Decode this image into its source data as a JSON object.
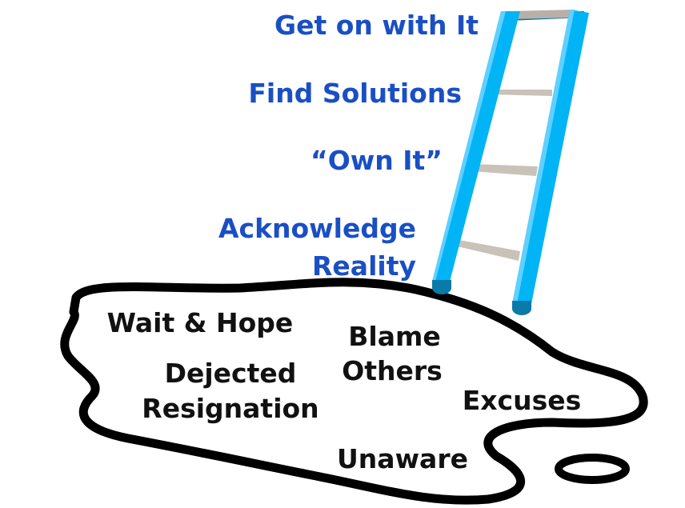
{
  "colors": {
    "steps": "#1a4fc4",
    "puddle_text": "#111111",
    "ladder": "#00b4f5",
    "ladder_dark": "#0a7aa8",
    "rung": "#c9c2b8"
  },
  "ladder_steps": [
    {
      "label": "Get on with It"
    },
    {
      "label": "Find Solutions"
    },
    {
      "label": "“Own It”"
    },
    {
      "label": "Acknowledge"
    },
    {
      "label": "Reality"
    }
  ],
  "puddle_items": [
    {
      "label": "Wait & Hope"
    },
    {
      "label": "Blame"
    },
    {
      "label": "Others"
    },
    {
      "label": "Dejected"
    },
    {
      "label": "Resignation"
    },
    {
      "label": "Excuses"
    },
    {
      "label": "Unaware"
    }
  ]
}
